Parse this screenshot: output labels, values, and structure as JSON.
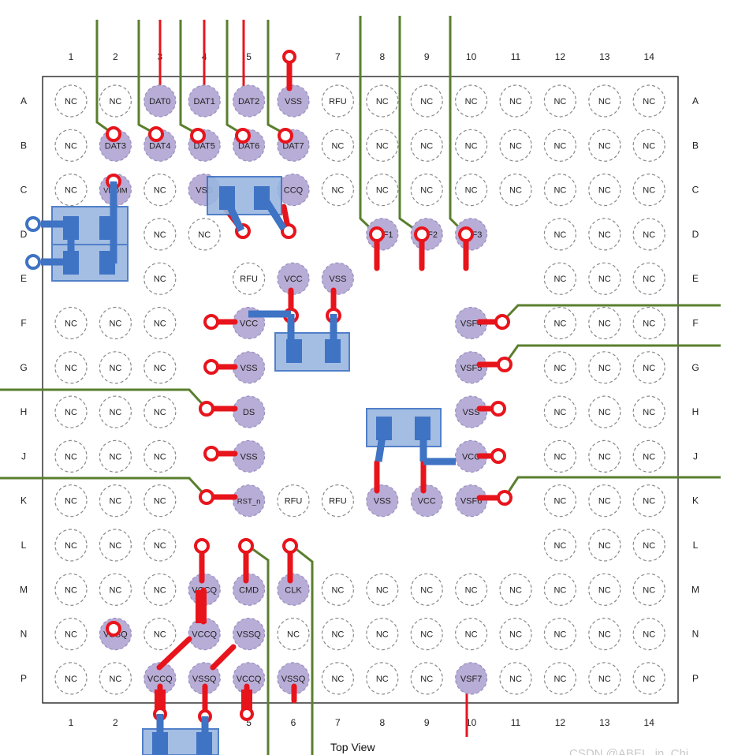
{
  "columns": [
    "1",
    "2",
    "3",
    "4",
    "5",
    "6",
    "7",
    "8",
    "9",
    "10",
    "11",
    "12",
    "13",
    "14"
  ],
  "rows": [
    "A",
    "B",
    "C",
    "D",
    "E",
    "F",
    "G",
    "H",
    "J",
    "K",
    "L",
    "M",
    "N",
    "P"
  ],
  "caption": "Top View",
  "watermark": "CSDN @ABEL_in_Chi",
  "colors": {
    "ball_fill": "#b8add6",
    "nc_outline": "#888888",
    "red_trace": "#e8141c",
    "green_trace": "#5a7f2e",
    "blue_component": "#3f73c4",
    "blue_fill": "#9ab6e0"
  },
  "balls": [
    {
      "name": "NC",
      "row": "A",
      "col": 1,
      "kind": "nc"
    },
    {
      "name": "NC",
      "row": "A",
      "col": 2,
      "kind": "nc"
    },
    {
      "name": "DAT0",
      "row": "A",
      "col": 3,
      "kind": "signal"
    },
    {
      "name": "DAT1",
      "row": "A",
      "col": 4,
      "kind": "signal"
    },
    {
      "name": "DAT2",
      "row": "A",
      "col": 5,
      "kind": "signal"
    },
    {
      "name": "VSS",
      "row": "A",
      "col": 6,
      "kind": "power"
    },
    {
      "name": "RFU",
      "row": "A",
      "col": 7,
      "kind": "nc"
    },
    {
      "name": "NC",
      "row": "A",
      "col": 8,
      "kind": "nc"
    },
    {
      "name": "NC",
      "row": "A",
      "col": 9,
      "kind": "nc"
    },
    {
      "name": "NC",
      "row": "A",
      "col": 10,
      "kind": "nc"
    },
    {
      "name": "NC",
      "row": "A",
      "col": 11,
      "kind": "nc"
    },
    {
      "name": "NC",
      "row": "A",
      "col": 12,
      "kind": "nc"
    },
    {
      "name": "NC",
      "row": "A",
      "col": 13,
      "kind": "nc"
    },
    {
      "name": "NC",
      "row": "A",
      "col": 14,
      "kind": "nc"
    },
    {
      "name": "NC",
      "row": "B",
      "col": 1,
      "kind": "nc"
    },
    {
      "name": "DAT3",
      "row": "B",
      "col": 2,
      "kind": "signal"
    },
    {
      "name": "DAT4",
      "row": "B",
      "col": 3,
      "kind": "signal"
    },
    {
      "name": "DAT5",
      "row": "B",
      "col": 4,
      "kind": "signal"
    },
    {
      "name": "DAT6",
      "row": "B",
      "col": 5,
      "kind": "signal"
    },
    {
      "name": "DAT7",
      "row": "B",
      "col": 6,
      "kind": "signal"
    },
    {
      "name": "NC",
      "row": "B",
      "col": 7,
      "kind": "nc"
    },
    {
      "name": "NC",
      "row": "B",
      "col": 8,
      "kind": "nc"
    },
    {
      "name": "NC",
      "row": "B",
      "col": 9,
      "kind": "nc"
    },
    {
      "name": "NC",
      "row": "B",
      "col": 10,
      "kind": "nc"
    },
    {
      "name": "NC",
      "row": "B",
      "col": 11,
      "kind": "nc"
    },
    {
      "name": "NC",
      "row": "B",
      "col": 12,
      "kind": "nc"
    },
    {
      "name": "NC",
      "row": "B",
      "col": 13,
      "kind": "nc"
    },
    {
      "name": "NC",
      "row": "B",
      "col": 14,
      "kind": "nc"
    },
    {
      "name": "NC",
      "row": "C",
      "col": 1,
      "kind": "nc"
    },
    {
      "name": "VDDIM",
      "row": "C",
      "col": 2,
      "kind": "power"
    },
    {
      "name": "NC",
      "row": "C",
      "col": 3,
      "kind": "nc"
    },
    {
      "name": "VSS",
      "row": "C",
      "col": 4,
      "kind": "power"
    },
    {
      "name": "CCQ",
      "row": "C",
      "col": 6,
      "kind": "power"
    },
    {
      "name": "NC",
      "row": "C",
      "col": 7,
      "kind": "nc"
    },
    {
      "name": "NC",
      "row": "C",
      "col": 8,
      "kind": "nc"
    },
    {
      "name": "NC",
      "row": "C",
      "col": 9,
      "kind": "nc"
    },
    {
      "name": "NC",
      "row": "C",
      "col": 10,
      "kind": "nc"
    },
    {
      "name": "NC",
      "row": "C",
      "col": 11,
      "kind": "nc"
    },
    {
      "name": "NC",
      "row": "C",
      "col": 12,
      "kind": "nc"
    },
    {
      "name": "NC",
      "row": "C",
      "col": 13,
      "kind": "nc"
    },
    {
      "name": "NC",
      "row": "C",
      "col": 14,
      "kind": "nc"
    },
    {
      "name": "NC",
      "row": "D",
      "col": 3,
      "kind": "nc"
    },
    {
      "name": "NC",
      "row": "D",
      "col": 4,
      "kind": "nc"
    },
    {
      "name": "VSF1",
      "row": "D",
      "col": 8,
      "kind": "signal"
    },
    {
      "name": "VSF2",
      "row": "D",
      "col": 9,
      "kind": "signal"
    },
    {
      "name": "VSF3",
      "row": "D",
      "col": 10,
      "kind": "signal"
    },
    {
      "name": "NC",
      "row": "D",
      "col": 12,
      "kind": "nc"
    },
    {
      "name": "NC",
      "row": "D",
      "col": 13,
      "kind": "nc"
    },
    {
      "name": "NC",
      "row": "D",
      "col": 14,
      "kind": "nc"
    },
    {
      "name": "NC",
      "row": "E",
      "col": 3,
      "kind": "nc"
    },
    {
      "name": "RFU",
      "row": "E",
      "col": 5,
      "kind": "nc"
    },
    {
      "name": "VCC",
      "row": "E",
      "col": 6,
      "kind": "power"
    },
    {
      "name": "VSS",
      "row": "E",
      "col": 7,
      "kind": "power"
    },
    {
      "name": "NC",
      "row": "E",
      "col": 12,
      "kind": "nc"
    },
    {
      "name": "NC",
      "row": "E",
      "col": 13,
      "kind": "nc"
    },
    {
      "name": "NC",
      "row": "E",
      "col": 14,
      "kind": "nc"
    },
    {
      "name": "NC",
      "row": "F",
      "col": 1,
      "kind": "nc"
    },
    {
      "name": "NC",
      "row": "F",
      "col": 2,
      "kind": "nc"
    },
    {
      "name": "NC",
      "row": "F",
      "col": 3,
      "kind": "nc"
    },
    {
      "name": "VCC",
      "row": "F",
      "col": 5,
      "kind": "power"
    },
    {
      "name": "VSF4",
      "row": "F",
      "col": 10,
      "kind": "signal"
    },
    {
      "name": "NC",
      "row": "F",
      "col": 12,
      "kind": "nc"
    },
    {
      "name": "NC",
      "row": "F",
      "col": 13,
      "kind": "nc"
    },
    {
      "name": "NC",
      "row": "F",
      "col": 14,
      "kind": "nc"
    },
    {
      "name": "NC",
      "row": "G",
      "col": 1,
      "kind": "nc"
    },
    {
      "name": "NC",
      "row": "G",
      "col": 2,
      "kind": "nc"
    },
    {
      "name": "NC",
      "row": "G",
      "col": 3,
      "kind": "nc"
    },
    {
      "name": "VSS",
      "row": "G",
      "col": 5,
      "kind": "power"
    },
    {
      "name": "VSF5",
      "row": "G",
      "col": 10,
      "kind": "signal"
    },
    {
      "name": "NC",
      "row": "G",
      "col": 12,
      "kind": "nc"
    },
    {
      "name": "NC",
      "row": "G",
      "col": 13,
      "kind": "nc"
    },
    {
      "name": "NC",
      "row": "G",
      "col": 14,
      "kind": "nc"
    },
    {
      "name": "NC",
      "row": "H",
      "col": 1,
      "kind": "nc"
    },
    {
      "name": "NC",
      "row": "H",
      "col": 2,
      "kind": "nc"
    },
    {
      "name": "NC",
      "row": "H",
      "col": 3,
      "kind": "nc"
    },
    {
      "name": "DS",
      "row": "H",
      "col": 5,
      "kind": "signal"
    },
    {
      "name": "VSS",
      "row": "H",
      "col": 10,
      "kind": "power"
    },
    {
      "name": "NC",
      "row": "H",
      "col": 12,
      "kind": "nc"
    },
    {
      "name": "NC",
      "row": "H",
      "col": 13,
      "kind": "nc"
    },
    {
      "name": "NC",
      "row": "H",
      "col": 14,
      "kind": "nc"
    },
    {
      "name": "NC",
      "row": "J",
      "col": 1,
      "kind": "nc"
    },
    {
      "name": "NC",
      "row": "J",
      "col": 2,
      "kind": "nc"
    },
    {
      "name": "NC",
      "row": "J",
      "col": 3,
      "kind": "nc"
    },
    {
      "name": "VSS",
      "row": "J",
      "col": 5,
      "kind": "power"
    },
    {
      "name": "VCC",
      "row": "J",
      "col": 10,
      "kind": "power"
    },
    {
      "name": "NC",
      "row": "J",
      "col": 12,
      "kind": "nc"
    },
    {
      "name": "NC",
      "row": "J",
      "col": 13,
      "kind": "nc"
    },
    {
      "name": "NC",
      "row": "J",
      "col": 14,
      "kind": "nc"
    },
    {
      "name": "NC",
      "row": "K",
      "col": 1,
      "kind": "nc"
    },
    {
      "name": "NC",
      "row": "K",
      "col": 2,
      "kind": "nc"
    },
    {
      "name": "NC",
      "row": "K",
      "col": 3,
      "kind": "nc"
    },
    {
      "name": "RST_n",
      "row": "K",
      "col": 5,
      "kind": "signal"
    },
    {
      "name": "RFU",
      "row": "K",
      "col": 6,
      "kind": "nc"
    },
    {
      "name": "RFU",
      "row": "K",
      "col": 7,
      "kind": "nc"
    },
    {
      "name": "VSS",
      "row": "K",
      "col": 8,
      "kind": "power"
    },
    {
      "name": "VCC",
      "row": "K",
      "col": 9,
      "kind": "power"
    },
    {
      "name": "VSF6",
      "row": "K",
      "col": 10,
      "kind": "signal"
    },
    {
      "name": "NC",
      "row": "K",
      "col": 12,
      "kind": "nc"
    },
    {
      "name": "NC",
      "row": "K",
      "col": 13,
      "kind": "nc"
    },
    {
      "name": "NC",
      "row": "K",
      "col": 14,
      "kind": "nc"
    },
    {
      "name": "NC",
      "row": "L",
      "col": 1,
      "kind": "nc"
    },
    {
      "name": "NC",
      "row": "L",
      "col": 2,
      "kind": "nc"
    },
    {
      "name": "NC",
      "row": "L",
      "col": 3,
      "kind": "nc"
    },
    {
      "name": "NC",
      "row": "L",
      "col": 12,
      "kind": "nc"
    },
    {
      "name": "NC",
      "row": "L",
      "col": 13,
      "kind": "nc"
    },
    {
      "name": "NC",
      "row": "L",
      "col": 14,
      "kind": "nc"
    },
    {
      "name": "NC",
      "row": "M",
      "col": 1,
      "kind": "nc"
    },
    {
      "name": "NC",
      "row": "M",
      "col": 2,
      "kind": "nc"
    },
    {
      "name": "NC",
      "row": "M",
      "col": 3,
      "kind": "nc"
    },
    {
      "name": "VCCQ",
      "row": "M",
      "col": 4,
      "kind": "power"
    },
    {
      "name": "CMD",
      "row": "M",
      "col": 5,
      "kind": "signal"
    },
    {
      "name": "CLK",
      "row": "M",
      "col": 6,
      "kind": "signal"
    },
    {
      "name": "NC",
      "row": "M",
      "col": 7,
      "kind": "nc"
    },
    {
      "name": "NC",
      "row": "M",
      "col": 8,
      "kind": "nc"
    },
    {
      "name": "NC",
      "row": "M",
      "col": 9,
      "kind": "nc"
    },
    {
      "name": "NC",
      "row": "M",
      "col": 10,
      "kind": "nc"
    },
    {
      "name": "NC",
      "row": "M",
      "col": 11,
      "kind": "nc"
    },
    {
      "name": "NC",
      "row": "M",
      "col": 12,
      "kind": "nc"
    },
    {
      "name": "NC",
      "row": "M",
      "col": 13,
      "kind": "nc"
    },
    {
      "name": "NC",
      "row": "M",
      "col": 14,
      "kind": "nc"
    },
    {
      "name": "NC",
      "row": "N",
      "col": 1,
      "kind": "nc"
    },
    {
      "name": "VSSQ",
      "row": "N",
      "col": 2,
      "kind": "power"
    },
    {
      "name": "NC",
      "row": "N",
      "col": 3,
      "kind": "nc"
    },
    {
      "name": "VCCQ",
      "row": "N",
      "col": 4,
      "kind": "power"
    },
    {
      "name": "VSSQ",
      "row": "N",
      "col": 5,
      "kind": "power"
    },
    {
      "name": "NC",
      "row": "N",
      "col": 6,
      "kind": "nc"
    },
    {
      "name": "NC",
      "row": "N",
      "col": 7,
      "kind": "nc"
    },
    {
      "name": "NC",
      "row": "N",
      "col": 8,
      "kind": "nc"
    },
    {
      "name": "NC",
      "row": "N",
      "col": 9,
      "kind": "nc"
    },
    {
      "name": "NC",
      "row": "N",
      "col": 10,
      "kind": "nc"
    },
    {
      "name": "NC",
      "row": "N",
      "col": 11,
      "kind": "nc"
    },
    {
      "name": "NC",
      "row": "N",
      "col": 12,
      "kind": "nc"
    },
    {
      "name": "NC",
      "row": "N",
      "col": 13,
      "kind": "nc"
    },
    {
      "name": "NC",
      "row": "N",
      "col": 14,
      "kind": "nc"
    },
    {
      "name": "NC",
      "row": "P",
      "col": 1,
      "kind": "nc"
    },
    {
      "name": "NC",
      "row": "P",
      "col": 2,
      "kind": "nc"
    },
    {
      "name": "VCCQ",
      "row": "P",
      "col": 3,
      "kind": "power"
    },
    {
      "name": "VSSQ",
      "row": "P",
      "col": 4,
      "kind": "power"
    },
    {
      "name": "VCCQ",
      "row": "P",
      "col": 5,
      "kind": "power"
    },
    {
      "name": "VSSQ",
      "row": "P",
      "col": 6,
      "kind": "power"
    },
    {
      "name": "NC",
      "row": "P",
      "col": 7,
      "kind": "nc"
    },
    {
      "name": "NC",
      "row": "P",
      "col": 8,
      "kind": "nc"
    },
    {
      "name": "NC",
      "row": "P",
      "col": 9,
      "kind": "nc"
    },
    {
      "name": "VSF7",
      "row": "P",
      "col": 10,
      "kind": "signal"
    },
    {
      "name": "NC",
      "row": "P",
      "col": 11,
      "kind": "nc"
    },
    {
      "name": "NC",
      "row": "P",
      "col": 12,
      "kind": "nc"
    },
    {
      "name": "NC",
      "row": "P",
      "col": 13,
      "kind": "nc"
    },
    {
      "name": "NC",
      "row": "P",
      "col": 14,
      "kind": "nc"
    }
  ]
}
